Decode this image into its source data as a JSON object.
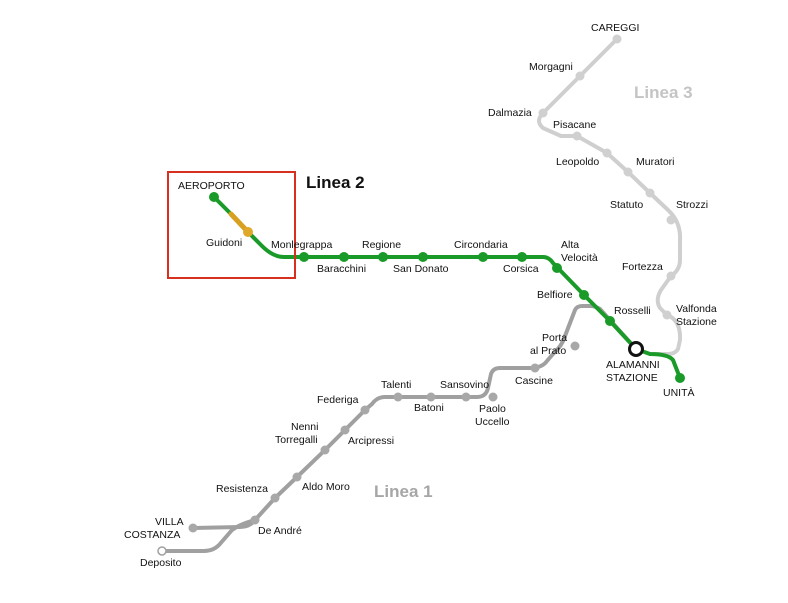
{
  "map": {
    "lines": [
      {
        "id": "linea-1",
        "name": "Linea 1",
        "color": "#a0a0a0"
      },
      {
        "id": "linea-2",
        "name": "Linea 2",
        "color": "#1a9a28",
        "segment_color": "#d8a020"
      },
      {
        "id": "linea-3",
        "name": "Linea 3",
        "color": "#cfcfcf"
      }
    ],
    "highlight_box_color": "#d7301f",
    "stations": {
      "careggi": "CAREGGI",
      "morgagni": "Morgagni",
      "dalmazia": "Dalmazia",
      "pisacane": "Pisacane",
      "leopoldo": "Leopoldo",
      "muratori": "Muratori",
      "statuto": "Statuto",
      "strozzi": "Strozzi",
      "fortezza": "Fortezza",
      "valfonda_1": "Valfonda",
      "valfonda_2": "Stazione",
      "alamanni_1": "ALAMANNI",
      "alamanni_2": "STAZIONE",
      "unita": "UNITÀ",
      "aeroporto": "AEROPORTO",
      "guidoni": "Guidoni",
      "montegrappa": "Monlegrappa",
      "baracchini": "Baracchini",
      "regione": "Regione",
      "san_donato": "San Donato",
      "circondaria": "Circondaria",
      "corsica": "Corsica",
      "alta_velocita_1": "Alta",
      "alta_velocita_2": "Velocità",
      "belfiore": "Belfiore",
      "rosselli": "Rosselli",
      "porta_prato_1": "Porta",
      "porta_prato_2": "al Prato",
      "cascine": "Cascine",
      "sansovino": "Sansovino",
      "paolo_uccello_1": "Paolo",
      "paolo_uccello_2": "Uccello",
      "batoni": "Batoni",
      "talenti": "Talenti",
      "federiga": "Federiga",
      "nenni_1": "Nenni",
      "nenni_2": "Torregalli",
      "arcipressi": "Arcipressi",
      "aldo_moro": "Aldo Moro",
      "resistenza": "Resistenza",
      "de_andre": "De André",
      "villa_costanza_1": "VILLA",
      "villa_costanza_2": "COSTANZA",
      "deposito": "Deposito"
    }
  }
}
